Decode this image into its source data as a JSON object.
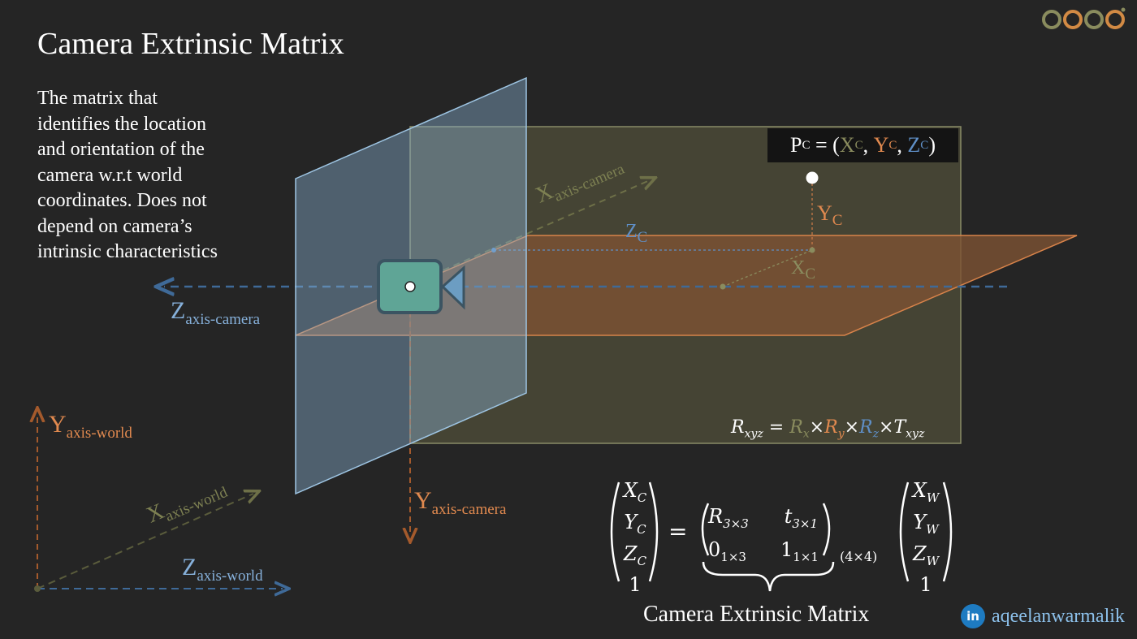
{
  "title": "Camera Extrinsic Matrix",
  "description_lines": [
    "The matrix that",
    "identifies the location",
    "and orientation of the",
    "camera w.r.t world",
    "coordinates. Does not",
    "depend on camera’s",
    "intrinsic characteristics"
  ],
  "point_label": {
    "p": "P",
    "sub": "C",
    "eq": " = (",
    "x": "X",
    "y": "Y",
    "z": "Z",
    "close": ")"
  },
  "axes": {
    "x_camera": {
      "main": "X",
      "sub": "axis-camera"
    },
    "z_camera": {
      "main": "Z",
      "sub": "axis-camera"
    },
    "y_camera": {
      "main": "Y",
      "sub": "axis-camera"
    },
    "y_world": {
      "main": "Y",
      "sub": "axis-world"
    },
    "x_world": {
      "main": "X",
      "sub": "axis-world"
    },
    "z_world": {
      "main": "Z",
      "sub": "axis-world"
    }
  },
  "point_components": {
    "yc": "Y",
    "zc": "Z",
    "xc": "X",
    "sub": "C"
  },
  "rotation_formula": {
    "lhs": "R",
    "lhs_sub": "xyz",
    "eq": " = ",
    "rx": "R",
    "rx_sub": "x",
    "times": "×",
    "ry": "R",
    "ry_sub": "y",
    "rz": "R",
    "rz_sub": "z",
    "t": "T",
    "t_sub": "xyz"
  },
  "matrix": {
    "lhs": [
      "X",
      "Y",
      "Z",
      "1"
    ],
    "lhs_sub": [
      "C",
      "C",
      "C",
      ""
    ],
    "r": "R",
    "r_sub": "3×3",
    "t": "t",
    "t_sub": "3×1",
    "zero": "0",
    "zero_sub": "1×3",
    "one": "1",
    "one_sub": "1×1",
    "size": "(4×4)",
    "rhs": [
      "X",
      "Y",
      "Z",
      "1"
    ],
    "rhs_sub": [
      "W",
      "W",
      "W",
      ""
    ],
    "equals": "="
  },
  "caption": "Camera Extrinsic Matrix",
  "linkedin": {
    "icon": "in",
    "handle": "aqeelanwarmalik"
  },
  "colors": {
    "background": "#252525",
    "x_olive": "#8a8c5e",
    "y_orange": "#e0894f",
    "z_blue": "#5f8fc6",
    "camera_teal": "#5fa596",
    "linkedin_blue": "#1e7bc1"
  }
}
